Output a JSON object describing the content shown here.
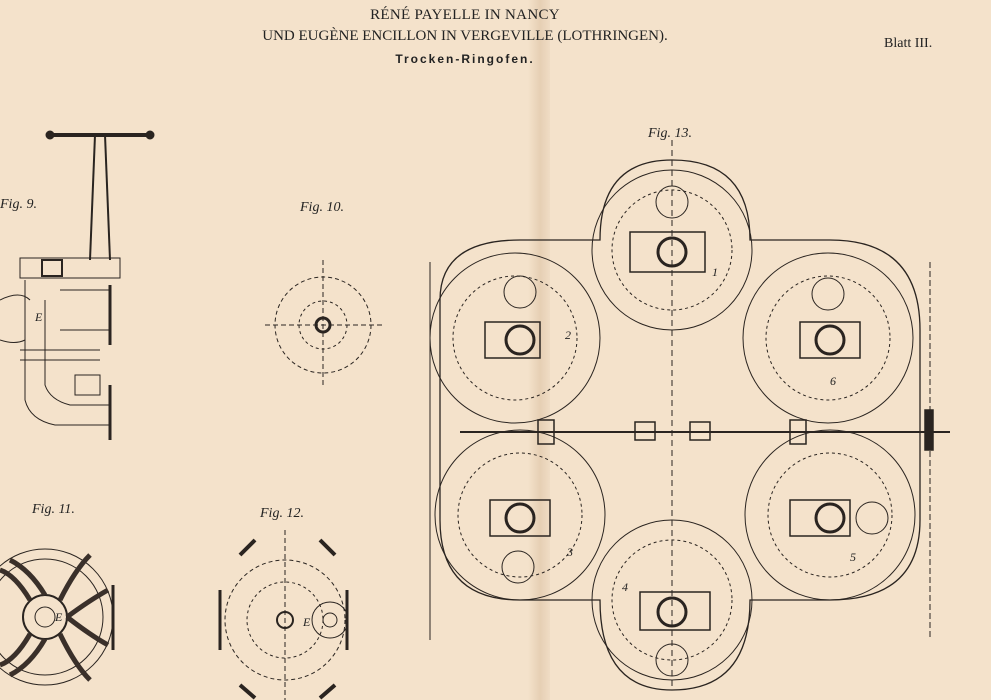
{
  "header": {
    "line1": "RÉNÉ PAYELLE IN NANCY",
    "line2": "UND EUGÈNE ENCILLON IN VERGEVILLE (LOTHRINGEN).",
    "subtitle": "Trocken-Ringofen.",
    "sheet": "Blatt III."
  },
  "figures": {
    "fig9": "Fig. 9.",
    "fig10": "Fig. 10.",
    "fig11": "Fig. 11.",
    "fig12": "Fig. 12.",
    "fig13": "Fig. 13."
  },
  "labels": {
    "chamber1": "1",
    "chamber2": "2",
    "chamber3": "3",
    "chamber4": "4",
    "chamber5": "5",
    "chamber6": "6",
    "e9": "E",
    "e11": "E",
    "e12": "E"
  }
}
